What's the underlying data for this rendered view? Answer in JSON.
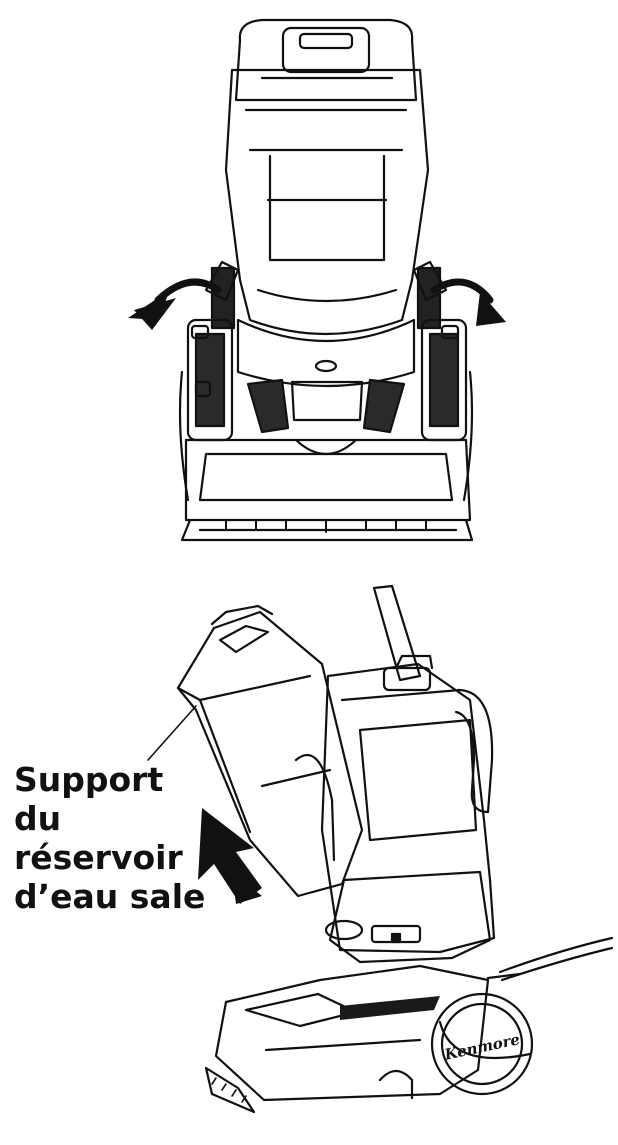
{
  "callout": {
    "lines": [
      "Support",
      "du",
      "réservoir",
      "d’eau sale"
    ]
  },
  "brand": {
    "logo_text": "Kenmore"
  },
  "colors": {
    "ink": "#111111",
    "paper": "#ffffff"
  },
  "icons": [
    "curved-arrow-left-icon",
    "curved-arrow-right-icon",
    "up-arrow-icon"
  ]
}
